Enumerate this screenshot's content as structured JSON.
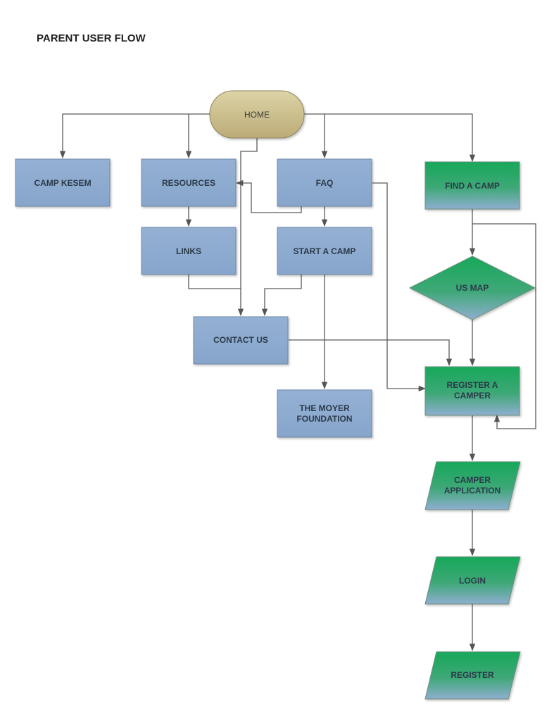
{
  "title": "PARENT USER FLOW",
  "colors": {
    "home_fill_top": "#d9cfa0",
    "home_fill_bottom": "#bfae79",
    "blue_node": "#8facd0",
    "green_top": "#1fa85a",
    "green_bottom": "#8facd0",
    "connector": "#5a5a5a"
  },
  "nodes": {
    "home": "HOME",
    "camp_kesem": "CAMP KESEM",
    "resources": "RESOURCES",
    "faq": "FAQ",
    "find_a_camp": "FIND A CAMP",
    "links": "LINKS",
    "start_a_camp": "START A CAMP",
    "us_map": "US MAP",
    "contact_us": "CONTACT US",
    "register_a_camper": [
      "REGISTER A",
      "CAMPER"
    ],
    "the_moyer_foundation": [
      "THE MOYER",
      "FOUNDATION"
    ],
    "camper_application": [
      "CAMPER",
      "APPLICATION"
    ],
    "login": "LOGIN",
    "register": "REGISTER"
  }
}
